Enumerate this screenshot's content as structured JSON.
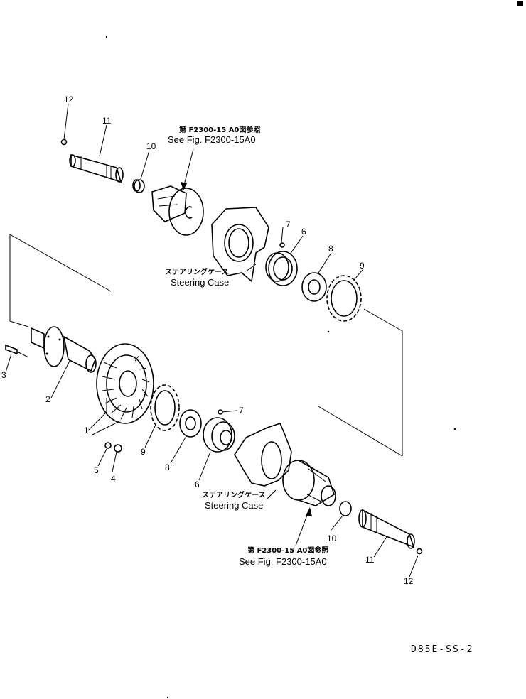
{
  "drawing_code": "D85E-SS-2",
  "notes": {
    "ref_top_jp": "第 F2300-15 A0図参照",
    "ref_top_en": "See Fig. F2300-15A0",
    "ref_bottom_jp": "第 F2300-15 A0図参照",
    "ref_bottom_en": "See Fig. F2300-15A0",
    "case_top_jp": "ステアリングケース",
    "case_top_en": "Steering Case",
    "case_bottom_jp": "ステアリングケース",
    "case_bottom_en": "Steering Case"
  },
  "callouts": {
    "c12a": "12",
    "c11a": "11",
    "c10a": "10",
    "c7a": "7",
    "c6a": "6",
    "c8a": "8",
    "c9a": "9",
    "c3": "3",
    "c2": "2",
    "c1": "1",
    "c9b": "9",
    "c5": "5",
    "c4": "4",
    "c8b": "8",
    "c7b": "7",
    "c6b": "6",
    "c10b": "10",
    "c11b": "11",
    "c12b": "12"
  }
}
